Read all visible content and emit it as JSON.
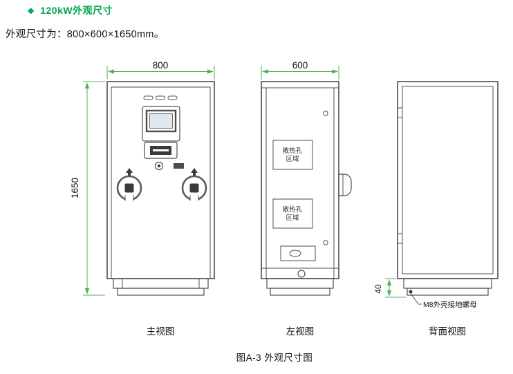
{
  "colors": {
    "accent_green": "#00A651",
    "dim_line_green": "#4DB052",
    "drawing_line_gray": "#4D4D4D"
  },
  "header": {
    "bullet": "◆",
    "title": "120kW外观尺寸"
  },
  "intro": "外观尺寸为：800×600×1650mm。",
  "dimensions": {
    "front_width_mm": "800",
    "side_depth_mm": "600",
    "height_mm": "1650",
    "base_height_mm": "40"
  },
  "annotations": {
    "vent_area_line1": "散热孔",
    "vent_area_line2": "区域",
    "ground_nut_note": "M8外壳接地螺母"
  },
  "view_labels": {
    "front": "主视图",
    "side": "左视图",
    "back": "背面视图"
  },
  "caption": "图A-3 外观尺寸图"
}
